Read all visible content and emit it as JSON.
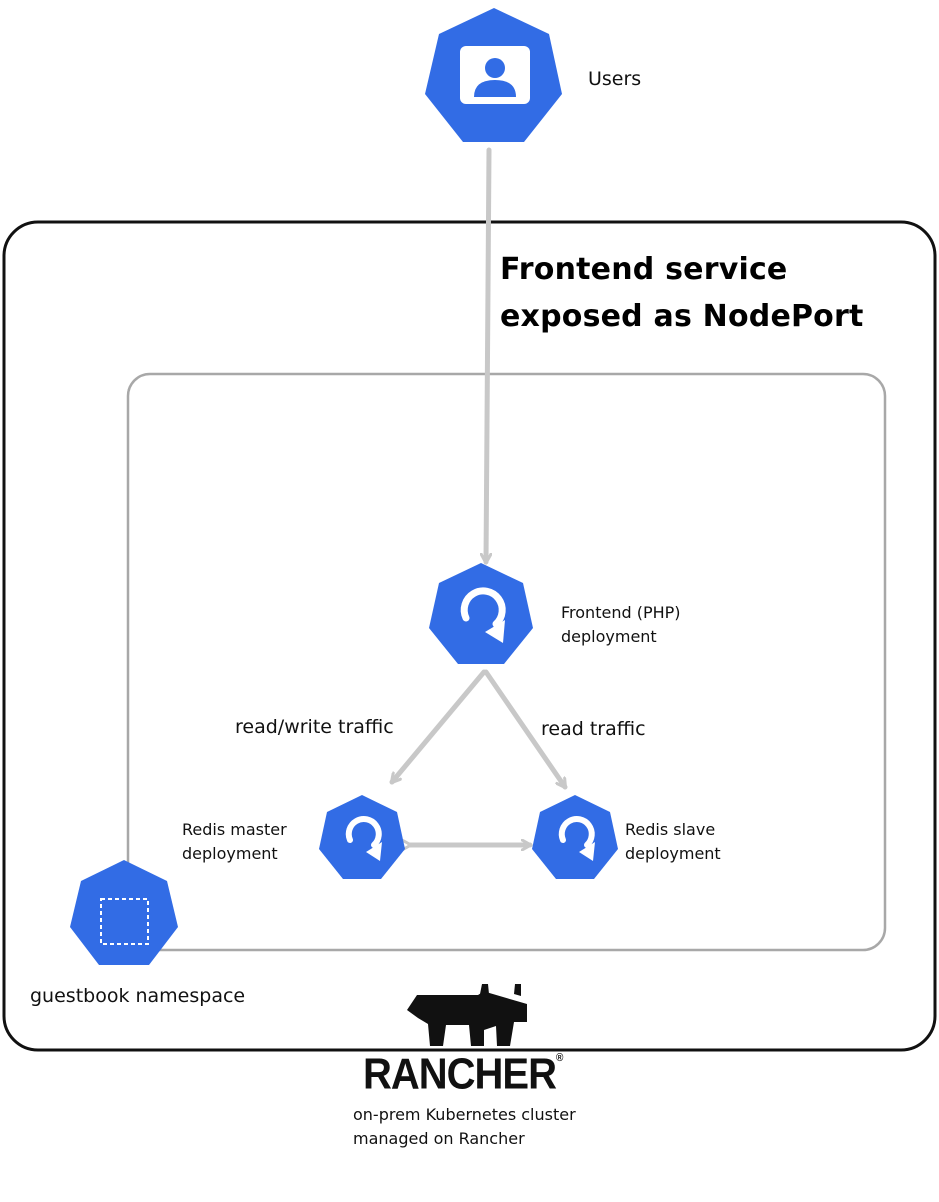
{
  "users": {
    "label": "Users"
  },
  "cluster": {
    "service_label_line1": "Frontend service",
    "service_label_line2": "exposed as NodePort"
  },
  "frontend": {
    "line1": "Frontend (PHP)",
    "line2": "deployment"
  },
  "edges": {
    "read_write_label": "read/write traffic",
    "read_label": "read traffic"
  },
  "redis_master": {
    "line1": "Redis master",
    "line2": "deployment"
  },
  "redis_slave": {
    "line1": "Redis slave",
    "line2": "deployment"
  },
  "namespace": {
    "label": "guestbook namespace"
  },
  "rancher": {
    "brand": "RANCHER",
    "caption_line1": "on-prem Kubernetes cluster",
    "caption_line2": "managed on Rancher"
  },
  "colors": {
    "k8s_blue": "#326CE5",
    "arrow_gray": "#C8C8C8",
    "namespace_border": "#A8A8A8",
    "cluster_border": "#111111"
  }
}
